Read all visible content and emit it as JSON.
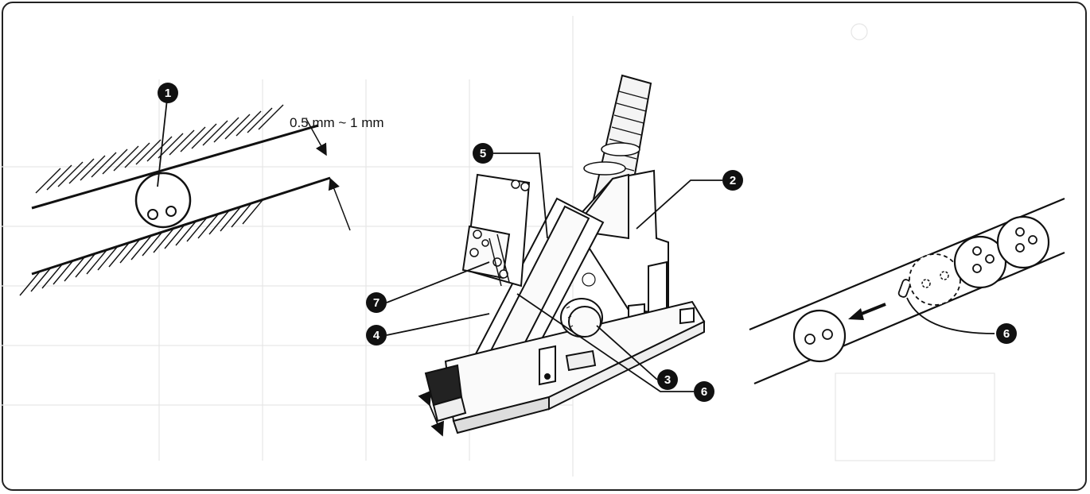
{
  "callouts": {
    "c1": "1",
    "c2": "2",
    "c3": "3",
    "c4": "4",
    "c5": "5",
    "c6": "6",
    "c7": "7",
    "c6b": "6"
  },
  "dimension": {
    "gap": "0.5 mm ~ 1 mm"
  },
  "colors": {
    "ink": "#111111",
    "ghost": "#e6e6e6",
    "paper": "#ffffff"
  }
}
